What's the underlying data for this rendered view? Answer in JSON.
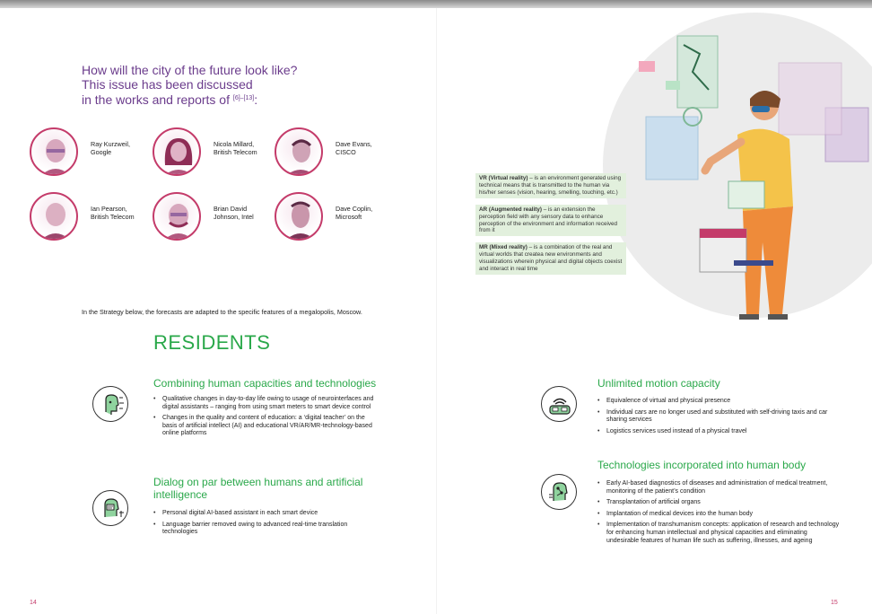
{
  "left_page": {
    "question": {
      "line1": "How will the city of the future look like?",
      "line2": "This issue has been discussed",
      "line3": "in the works and reports of ",
      "refs": "[6]–[13]",
      "tail": ":"
    },
    "people": [
      {
        "name": "Ray Kurzweil,",
        "org": "Google"
      },
      {
        "name": "Nicola Millard,",
        "org": "British Telecom"
      },
      {
        "name": "Dave Evans,",
        "org": "CISCO"
      },
      {
        "name": "Ian Pearson,",
        "org": "British Telecom"
      },
      {
        "name": "Brian David",
        "org": "Johnson, Intel"
      },
      {
        "name": "Dave Coplin,",
        "org": "Microsoft"
      }
    ],
    "strategy_note": "In the Strategy below, the forecasts are adapted to the specific features of a megalopolis, Moscow.",
    "section_heading": "RESIDENTS",
    "sections": [
      {
        "title": "Combining human capacities and technologies",
        "icon": "human-tech-head-icon",
        "bullets": [
          "Qualitative changes in day-to-day life owing to usage of neurointerfaces and digital assistants – ranging from using smart meters to smart device control",
          "Changes in the quality and content of education: a ‘digital teacher’ on the basis of artificial intellect (AI) and educational VR/AR/MR-technology-based online platforms"
        ]
      },
      {
        "title": "Dialog on par between humans and artificial intelligence",
        "icon": "dialog-ai-icon",
        "bullets": [
          "Personal digital AI-based assistant in each smart device",
          "Language barrier removed owing to advanced real-time translation technologies"
        ]
      }
    ],
    "page_number": "14"
  },
  "right_page": {
    "definitions": [
      {
        "term": "VR (Virtual reality)",
        "text": " – is an environment generated using technical means that is transmitted to the human via his/her senses (vision, hearing, smelling, touching, etc.)"
      },
      {
        "term": "AR (Augmented reality)",
        "text": " – is an extension the perception field with any sensory data to enhance perception of the environment and information received from it"
      },
      {
        "term": "MR (Mixed reality)",
        "text": " – is a combination of the real and virtual worlds that createa new environments and visualizations wherein physical and digital objects coexist and interact in real time"
      }
    ],
    "sections": [
      {
        "title": "Unlimited motion capacity",
        "icon": "vr-headset-icon",
        "bullets": [
          "Equivalence of virtual and physical presence",
          "Individual cars are no longer used and substituted with self-driving taxis and car sharing services",
          "Logistics services used instead of a physical travel"
        ]
      },
      {
        "title": "Technologies incorporated into human body",
        "icon": "implant-head-icon",
        "bullets": [
          "Early AI-based diagnostics of diseases and administration of medical treatment, monitoring of the patient’s condition",
          "Transplantation of artificial organs",
          "Implantation of medical devices into the human body",
          "Implementation of transhumanism concepts: application of research and technology for enhancing human intellectual and physical capacities and eliminating undesirable features of human life such as suffering, illnesses, and ageing"
        ]
      }
    ],
    "page_number": "15"
  },
  "colors": {
    "accent_green": "#2aa84a",
    "accent_purple": "#6b3c8c",
    "accent_pink": "#c43b6a",
    "definition_bg": "#e2f0dd"
  }
}
